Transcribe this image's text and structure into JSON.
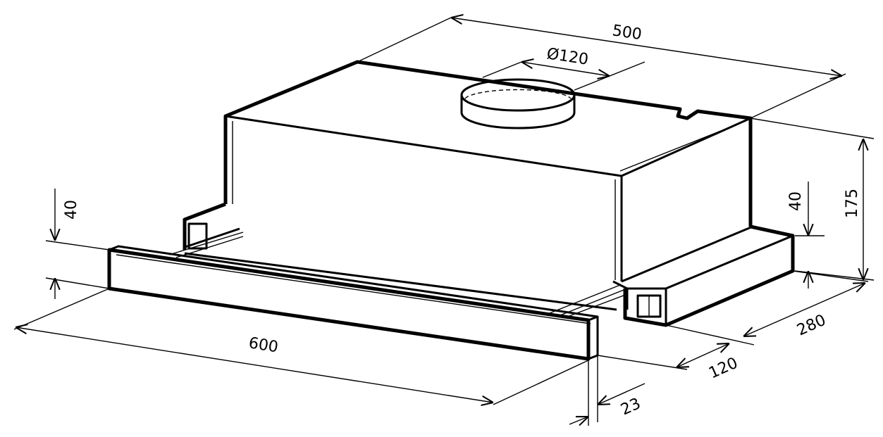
{
  "drawing": {
    "title": "Telescopic cooker hood dimensions",
    "dimensions": {
      "width_top": "500",
      "duct_diameter": "Ø120",
      "height_total": "175",
      "panel_height_right": "40",
      "panel_height_left": "40",
      "width_front": "600",
      "depth": "280",
      "extension": "120",
      "panel_thickness": "23"
    }
  }
}
